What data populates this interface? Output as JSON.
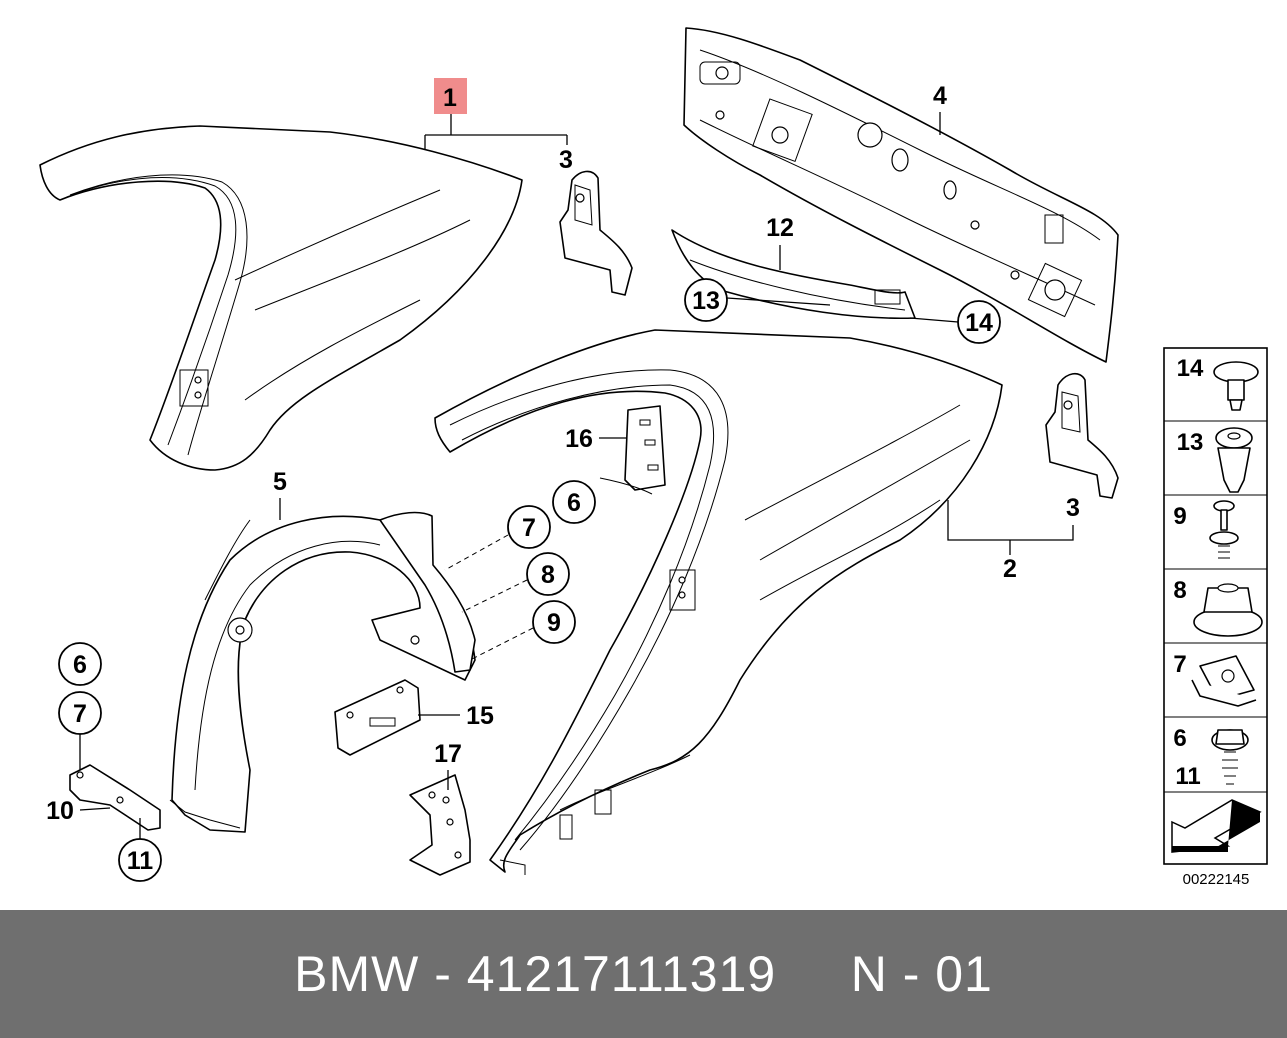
{
  "diagram": {
    "labels": {
      "p1": "1",
      "p2": "2",
      "p3a": "3",
      "p3b": "3",
      "p4": "4",
      "p5": "5",
      "p6a": "6",
      "p6b": "6",
      "p7a": "7",
      "p7b": "7",
      "p8": "8",
      "p9": "9",
      "p10": "10",
      "p11": "11",
      "p12": "12",
      "p13": "13",
      "p14": "14",
      "p15": "15",
      "p16": "16",
      "p17": "17"
    },
    "highlight_color": "#f08c8c",
    "legend": {
      "items": [
        "14",
        "13",
        "9",
        "8",
        "7",
        "6",
        "11"
      ]
    },
    "code": "00222145"
  },
  "footer": {
    "brand": "BMW",
    "separator": " - ",
    "part_number": "41217111319",
    "suffix": "N - 01",
    "background": "#6f6f6f"
  }
}
